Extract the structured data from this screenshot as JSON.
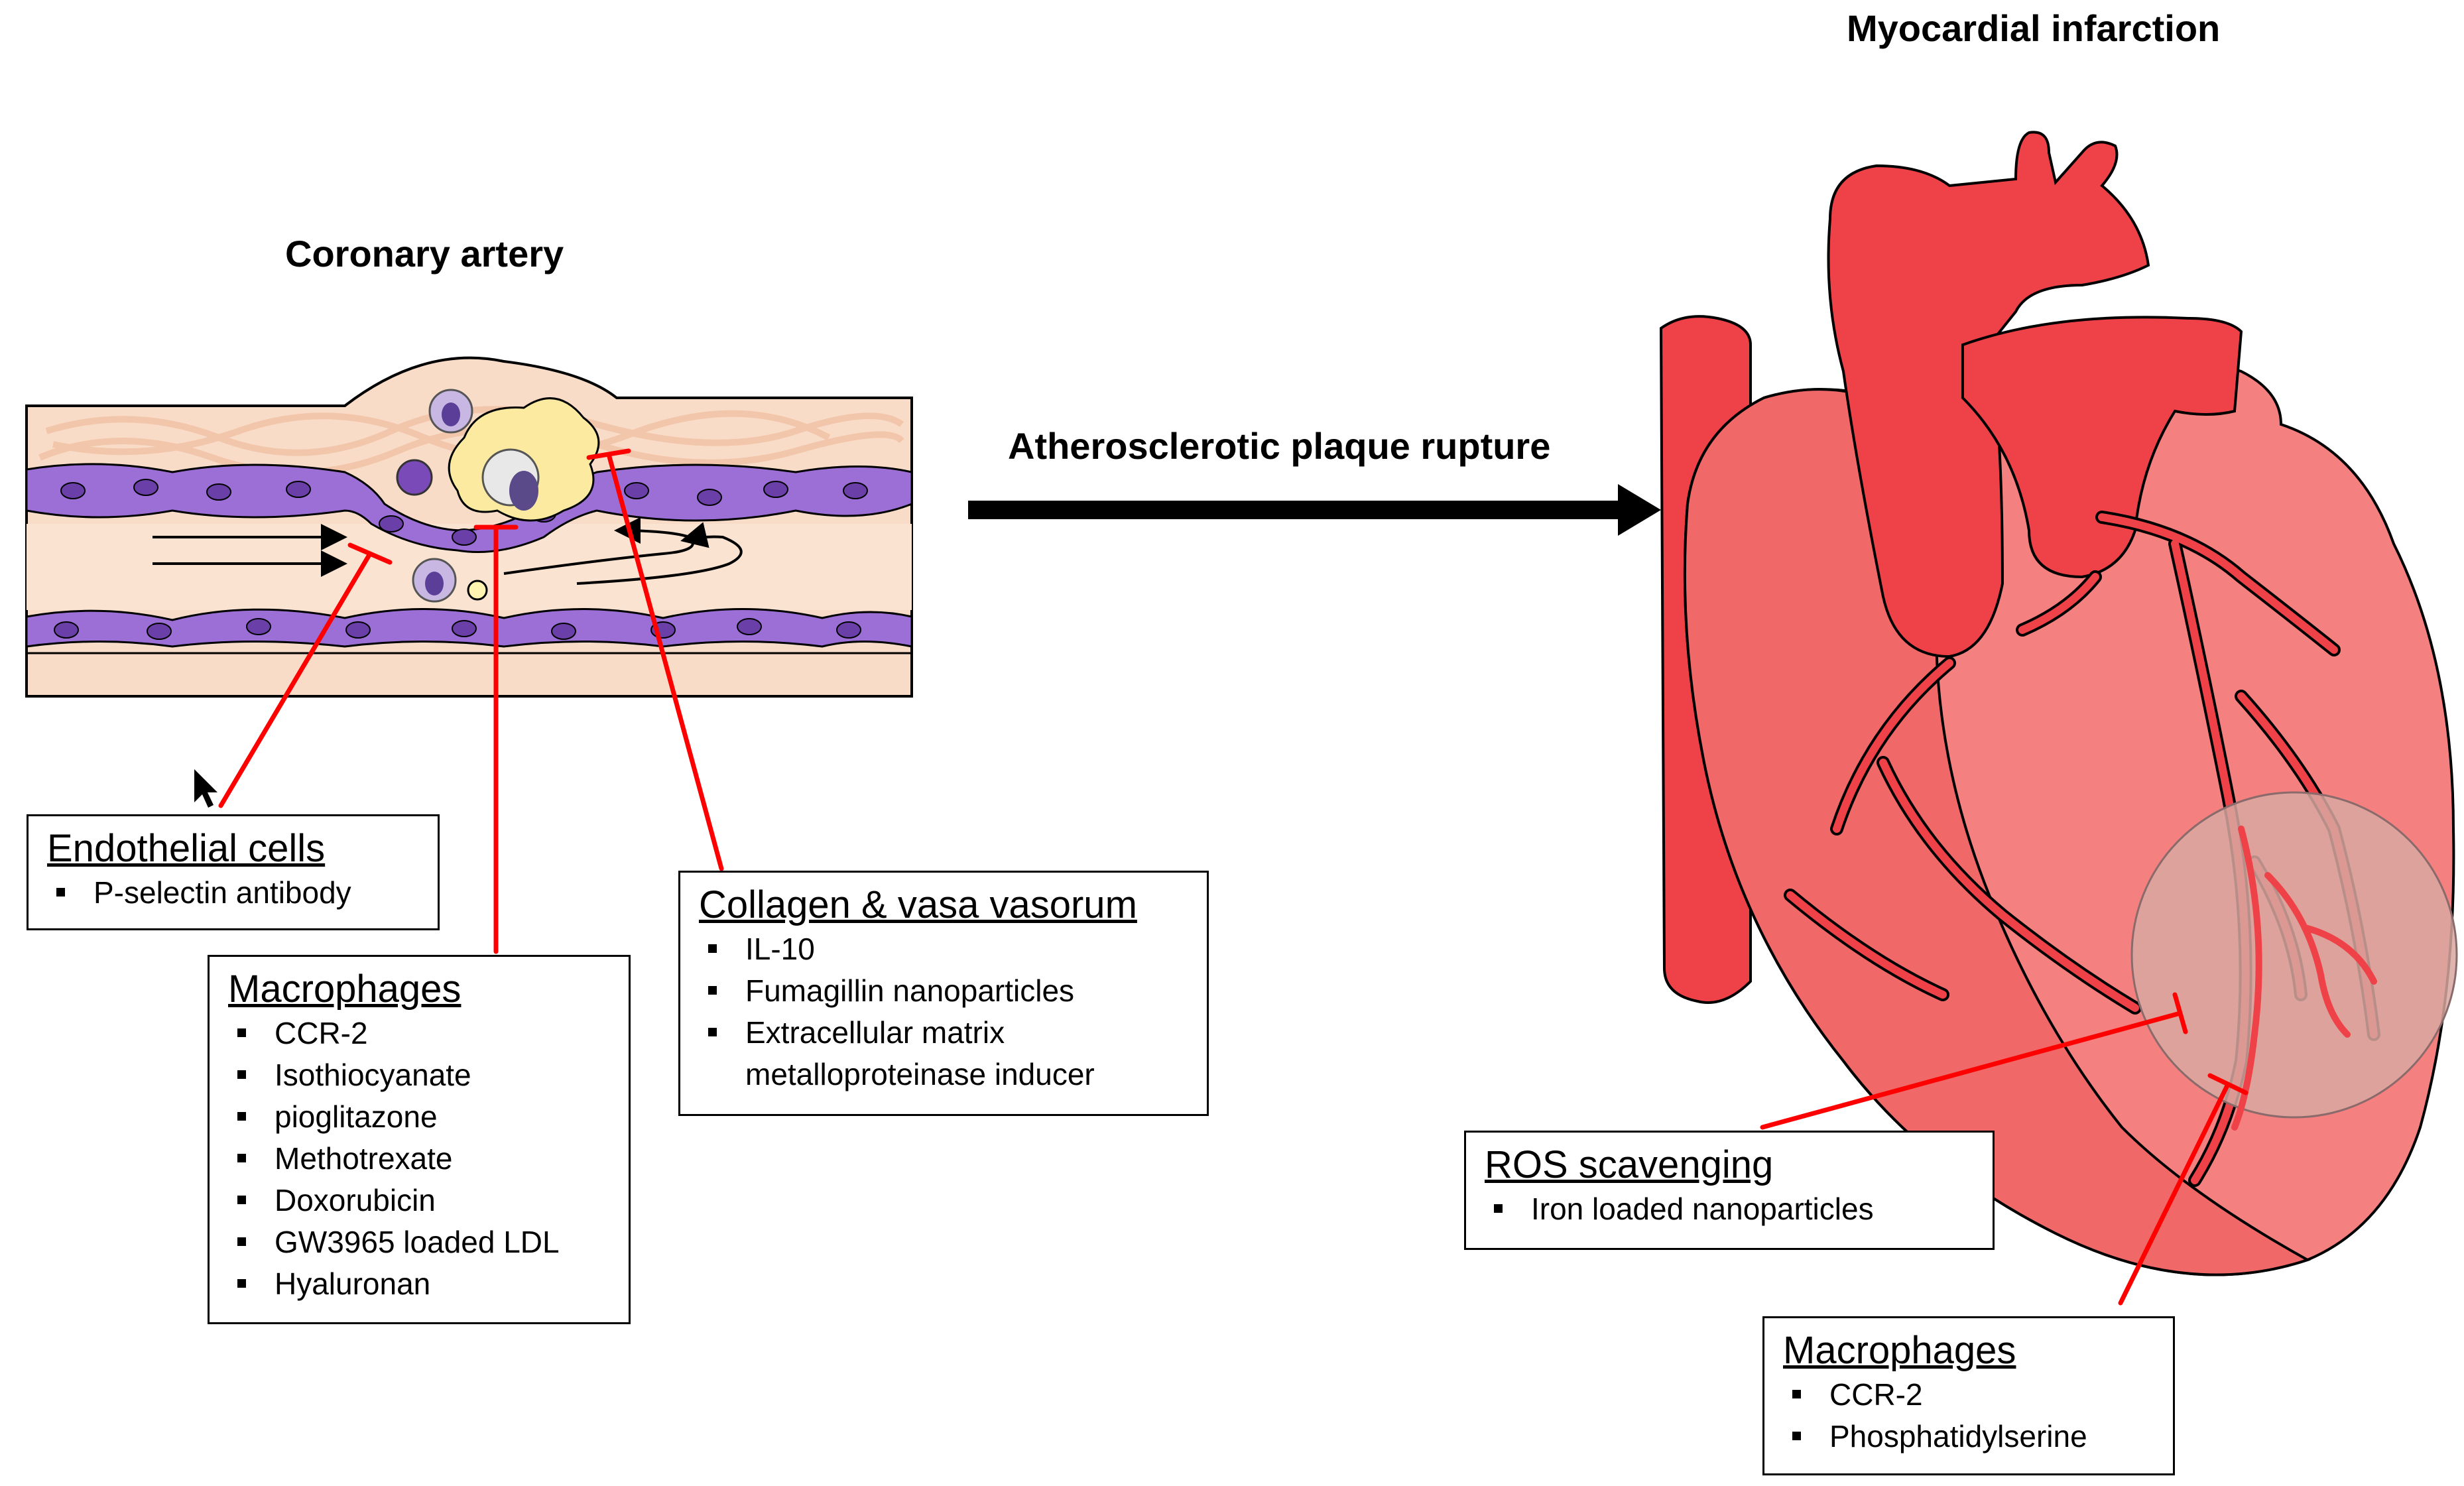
{
  "titles": {
    "coronary_artery": "Coronary artery",
    "plaque_rupture": "Atherosclerotic plaque rupture",
    "myocardial_infarction": "Myocardial infarction"
  },
  "boxes": {
    "endothelial": {
      "heading": "Endothelial cells",
      "items": [
        "P-selectin antibody"
      ]
    },
    "macrophages_artery": {
      "heading": "Macrophages",
      "items": [
        "CCR-2",
        "Isothiocyanate",
        "pioglitazone",
        "Methotrexate",
        "Doxorubicin",
        "GW3965 loaded LDL",
        "Hyaluronan"
      ]
    },
    "collagen": {
      "heading": "Collagen & vasa vasorum",
      "items": [
        "IL-10",
        "Fumagillin nanoparticles",
        "Extracellular matrix",
        "metalloproteinase inducer"
      ]
    },
    "ros": {
      "heading": "ROS scavenging",
      "items": [
        "Iron loaded nanoparticles"
      ]
    },
    "macrophages_heart": {
      "heading": "Macrophages",
      "items": [
        "CCR-2",
        "Phosphatidylserine"
      ]
    }
  },
  "colors": {
    "inhibitor": "#ff0000",
    "endothelium": "#9b6fd6",
    "vessel_wall": "#f9dcc8",
    "plaque": "#fbeaa0",
    "heart_dark": "#ef4148",
    "heart_light": "#f58080",
    "infarct_zone": "#d8a8a0"
  }
}
